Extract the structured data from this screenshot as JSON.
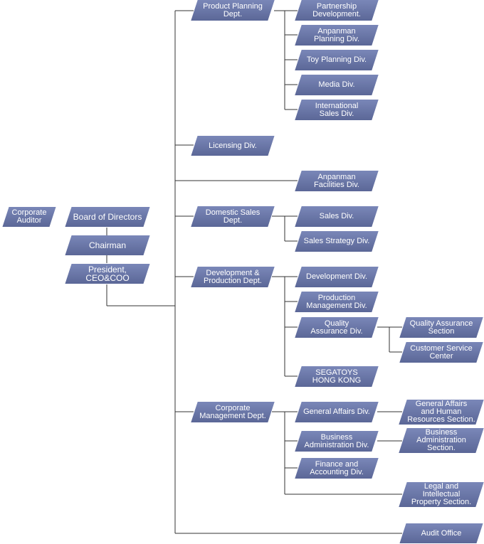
{
  "chart": {
    "corporate_auditor": "Corporate\nAuditor",
    "board_of_directors": "Board of Directors",
    "chairman": "Chairman",
    "president": "President,\nCEO&COO",
    "product_planning": "Product Planning\nDept.",
    "partnership": "Partnership\nDevelopment.",
    "anpanman_planning": "Anpanman\nPlanning Div.",
    "toy_planning": "Toy Planning Div.",
    "media": "Media Div.",
    "international_sales": "International\nSales Div.",
    "licensing": "Licensing Div.",
    "anpanman_facilities": "Anpanman\nFacilities Div.",
    "domestic_sales": "Domestic Sales\nDept.",
    "sales": "Sales Div.",
    "sales_strategy": "Sales Strategy Div.",
    "dev_production": "Development &\nProduction Dept.",
    "development": "Development Div.",
    "production_mgmt": "Production\nManagement Div.",
    "quality_assurance": "Quality\nAssurance Div.",
    "qa_section": "Quality Assurance\nSection",
    "customer_service": "Customer Service\nCenter",
    "segatoys_hk": "SEGATOYS\nHONG KONG",
    "corporate_mgmt": "Corporate\nManagement Dept.",
    "general_affairs": "General Affairs Div.",
    "general_affairs_hr": "General Affairs\nand Human\nResources Section.",
    "business_admin_div": "Business\nAdministration Div.",
    "business_admin_section": "Business\nAdministration\nSection.",
    "finance_accounting": "Finance and\nAccounting Div.",
    "legal_ip": "Legal and\nIntellectual\nProperty Section.",
    "audit_office": "Audit Office"
  },
  "colors": {
    "box_top": "#7a87b8",
    "box_bottom": "#5b6797",
    "line": "#333333"
  }
}
